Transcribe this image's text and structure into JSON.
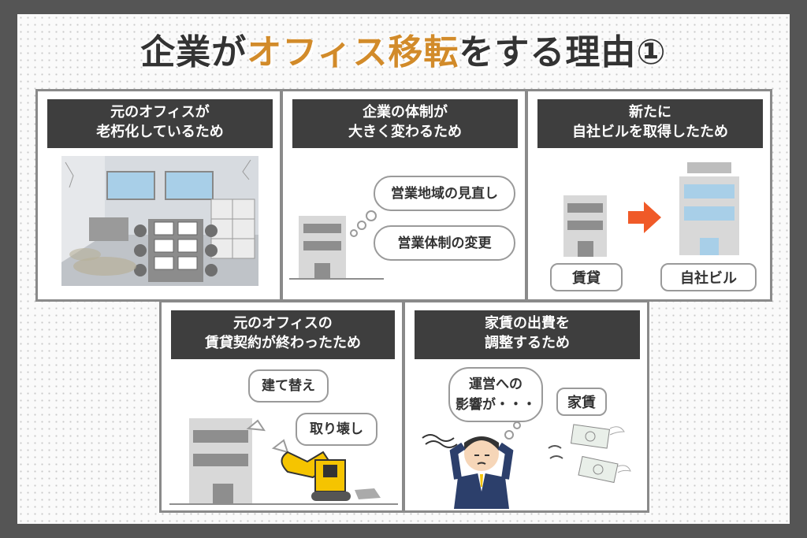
{
  "title": {
    "prefix": "企業が",
    "accent": "オフィス移転",
    "suffix": "をする理由①"
  },
  "panels": [
    {
      "header_line1": "元のオフィスが",
      "header_line2": "老朽化しているため"
    },
    {
      "header_line1": "企業の体制が",
      "header_line2": "大きく変わるため",
      "bubble1": "営業地域の見直し",
      "bubble2": "営業体制の変更"
    },
    {
      "header_line1": "新たに",
      "header_line2": "自社ビルを取得したため",
      "label_left": "賃貸",
      "label_right": "自社ビル"
    },
    {
      "header_line1": "元のオフィスの",
      "header_line2": "賃貸契約が終わったため",
      "bubble1": "建て替え",
      "bubble2": "取り壊し"
    },
    {
      "header_line1": "家賃の出費を",
      "header_line2": "調整するため",
      "thought_line1": "運営への",
      "thought_line2": "影響が・・・",
      "label": "家賃"
    }
  ],
  "colors": {
    "accent": "#d28b2a",
    "header_bg": "#3e3e3e",
    "arrow": "#f05a28",
    "excavator": "#f5c400"
  }
}
